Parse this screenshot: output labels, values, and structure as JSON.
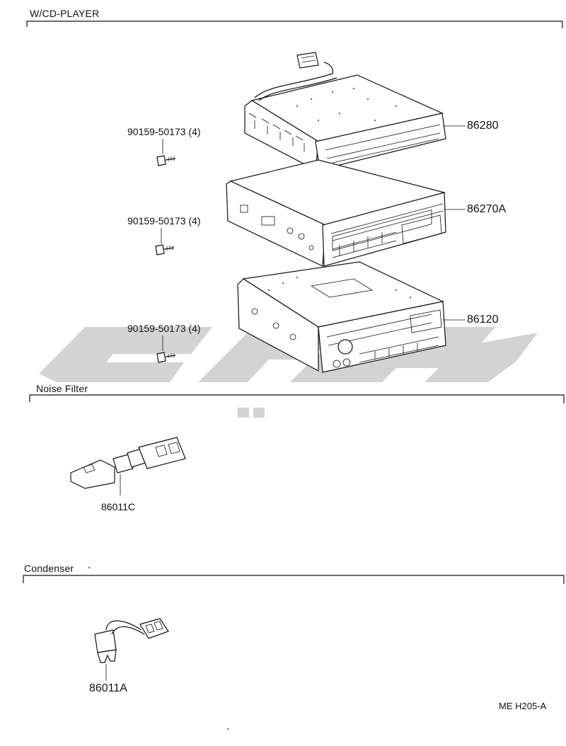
{
  "sections": {
    "cd_player": {
      "title": "W/CD-PLAYER"
    },
    "noise_filter": {
      "title": "Noise Filter"
    },
    "condenser": {
      "title": "Condenser"
    }
  },
  "parts": {
    "cd_unit": "86280",
    "tape_unit": "86270A",
    "radio_unit": "86120",
    "noise_filter": "86011C",
    "condenser": "86011A",
    "screw_1": "90159-50173 (4)",
    "screw_2": "90159-50173 (4)",
    "screw_3": "90159-50173 (4)"
  },
  "diagram_code": "ME H205-A",
  "watermark": {
    "color": "#b5b5b5",
    "icon": "watermark-logo"
  }
}
